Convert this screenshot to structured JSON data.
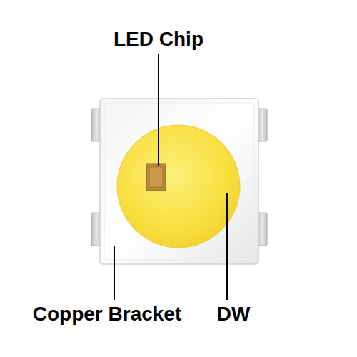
{
  "diagram": {
    "labels": [
      "LED Chip",
      "Copper Bracket",
      "DW"
    ]
  }
}
